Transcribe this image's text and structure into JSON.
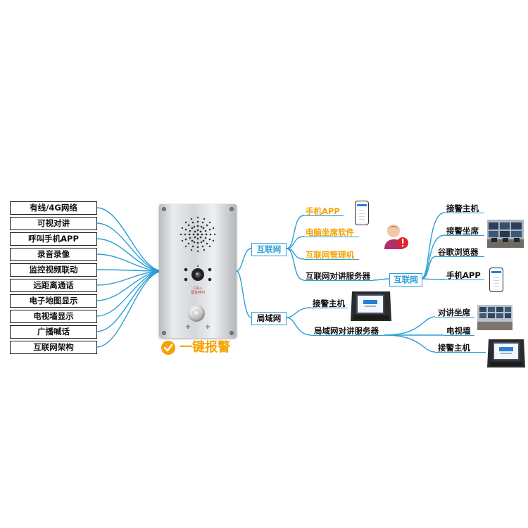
{
  "features": [
    "有线/4G网络",
    "可视对讲",
    "呼叫手机APP",
    "录音录像",
    "监控视频联动",
    "远距离通话",
    "电子地图显示",
    "电视墙显示",
    "广播喊话",
    "互联网架构"
  ],
  "device": {
    "call_label": "CALL",
    "call_label_cn": "紧急呼叫",
    "hero_title": "一键报警"
  },
  "internet": {
    "label": "互联网",
    "items": [
      "手机APP",
      "电脑坐席软件",
      "互联网管理机",
      "互联网对讲服务器"
    ],
    "server_box": "互联网",
    "server_targets": [
      "接警主机",
      "接警坐席",
      "谷歌浏览器",
      "手机APP"
    ]
  },
  "lan": {
    "label": "局域网",
    "items": [
      "接警主机",
      "局域网对讲服务器"
    ],
    "server_targets": [
      "对讲坐席",
      "电视墙",
      "接警主机"
    ]
  },
  "colors": {
    "line_blue": "#2a9fd6",
    "accent_orange": "#f5a300",
    "text_dark": "#111111"
  },
  "icons": [
    "check-circle-icon",
    "smartphone-icon",
    "user-alert-icon",
    "desk-terminal-icon",
    "monitor-wall-photo",
    "control-room-photo",
    "browser-icon"
  ]
}
